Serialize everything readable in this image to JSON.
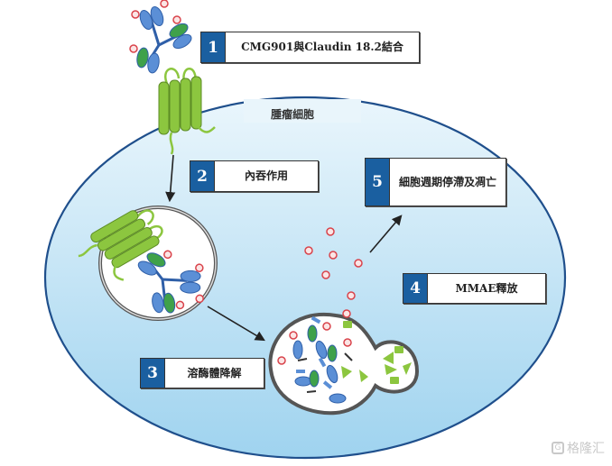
{
  "diagram": {
    "cell_label": "腫瘤細胞",
    "steps": [
      {
        "number": "1",
        "label": "CMG901與Claudin 18.2結合"
      },
      {
        "number": "2",
        "label": "內吞作用"
      },
      {
        "number": "3",
        "label": "溶酶體降解"
      },
      {
        "number": "4",
        "label": "MMAE釋放"
      },
      {
        "number": "5",
        "label": "細胞週期停滯及凋亡"
      }
    ],
    "elements": {
      "antibody": "antibody-drug-conjugate",
      "receptor": "claudin-18.2-receptor",
      "endosome": "endosome-vesicle",
      "lysosome": "lysosome-vesicle",
      "payload": "mmae-payload"
    }
  },
  "colors": {
    "step_number_bg": "#1a5fa0",
    "cell_fill": "#cfe8f6",
    "cell_border": "#1f4f8c",
    "receptor": "#8cc63f",
    "antibody_blue": "#5b8fd6",
    "antibody_green": "#3fa14a",
    "payload": "#e05a5a"
  },
  "watermark": {
    "text": "格隆汇",
    "icon": "gelonghui-logo-icon"
  }
}
